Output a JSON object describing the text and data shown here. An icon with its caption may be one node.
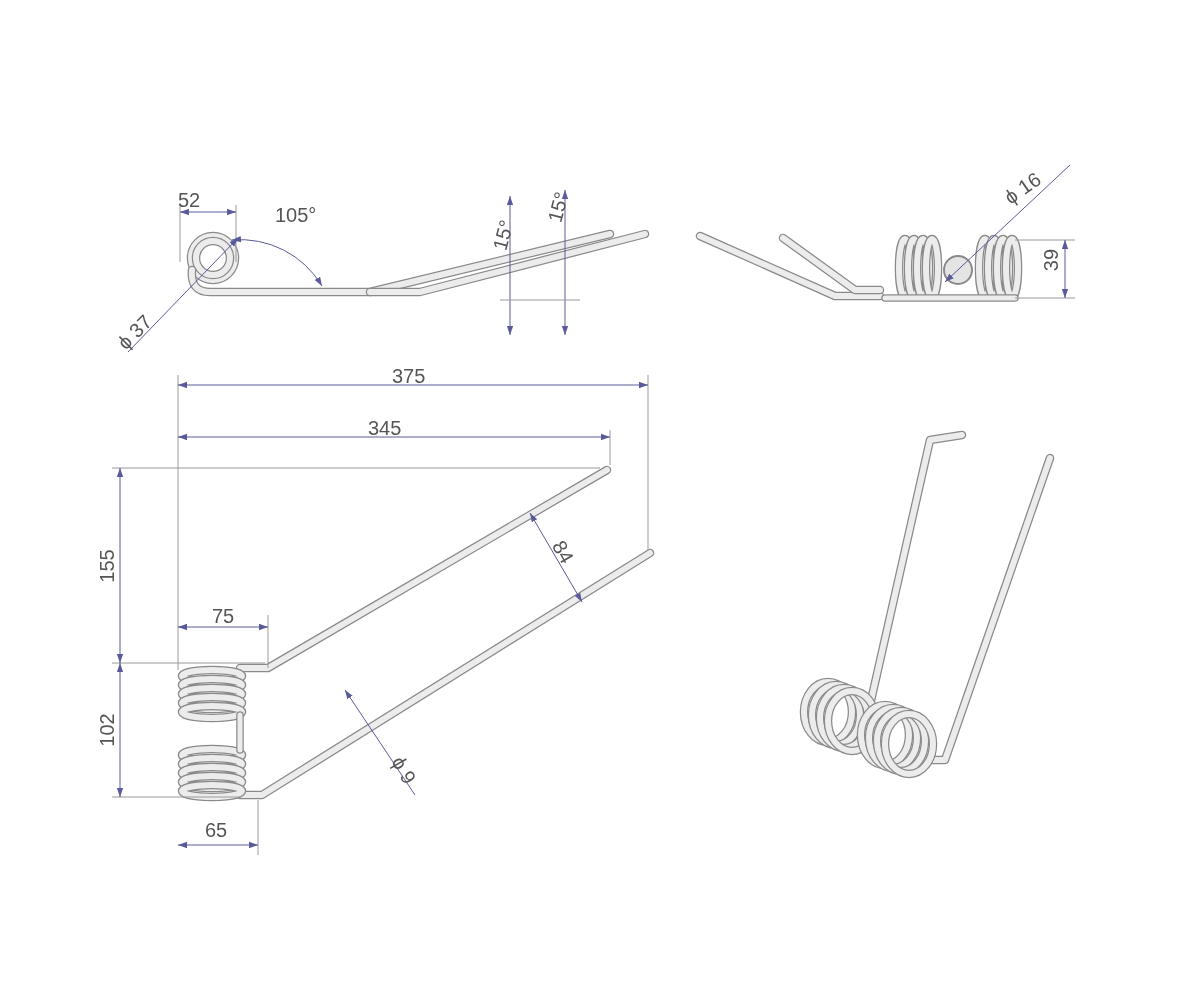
{
  "diagram": {
    "labels": [
      "52",
      "105°",
      "15°",
      "15°",
      "ϕ 37",
      "ϕ 16",
      "39",
      "375",
      "345",
      "155",
      "84",
      "75",
      "102",
      "ϕ 9",
      "65"
    ]
  }
}
